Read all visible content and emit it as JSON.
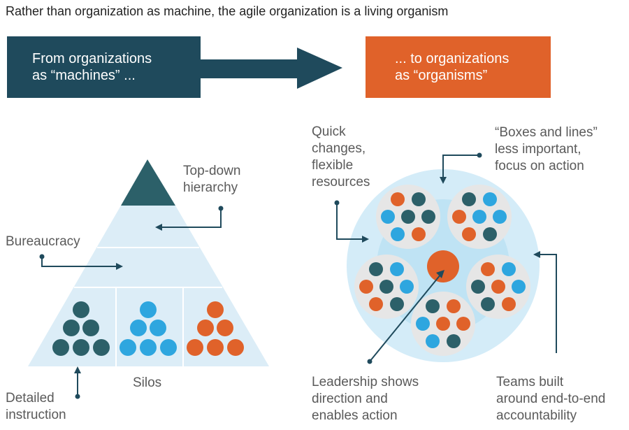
{
  "title": "Rather than organization as machine, the agile organization is a living organism",
  "from_box": "From organizations\nas “machines” ...",
  "to_box": "... to organizations\nas “organisms”",
  "labels": {
    "top_down": "Top-down\nhierarchy",
    "bureaucracy": "Bureaucracy",
    "silos": "Silos",
    "detailed": "Detailed\ninstruction",
    "quick": "Quick\nchanges,\nflexible\nresources",
    "boxes": "“Boxes and lines”\nless important,\nfocus on action",
    "leadership": "Leadership shows\ndirection and\nenables action",
    "teams": "Teams built\naround end-to-end\naccountability"
  },
  "colors": {
    "navy": "#1f4a5c",
    "orange": "#e0622a",
    "teal": "#2c6069",
    "blue": "#2ea6df",
    "pale": "#dcedf7",
    "circle": "#bfe3f4",
    "team": "#e6e6e6"
  }
}
